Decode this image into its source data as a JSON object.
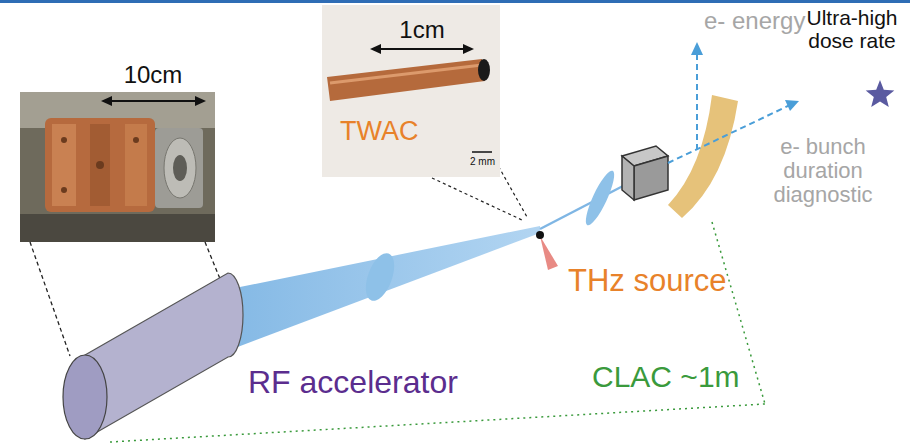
{
  "diagram": {
    "nodes": [
      {
        "text": [
          "RF accelerator"
        ]
      },
      {
        "text": [
          "1cm",
          "TWAC",
          "2 mm"
        ]
      }
    ],
    "labels": [
      "10cm",
      "THz source",
      "e- energy",
      "Ultra-high dose rate",
      "e- bunch duration diagnostic",
      "CLAC ~1m"
    ]
  }
}
